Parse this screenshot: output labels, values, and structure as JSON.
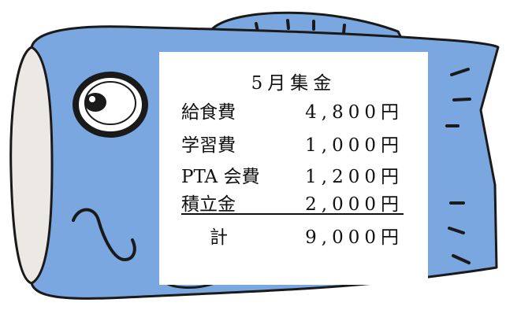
{
  "notice": {
    "title": "5月集金",
    "items": [
      {
        "label": "給食費",
        "amount": "4,800円"
      },
      {
        "label": "学習費",
        "amount": "1,000円"
      },
      {
        "label": "PTA 会費",
        "amount": "1,200円"
      },
      {
        "label": "積立金",
        "amount": "2,000円"
      }
    ],
    "total": {
      "label": "計",
      "amount": "9,000円"
    }
  },
  "colors": {
    "body": "#7aa7e0",
    "outline": "#1a1a1a",
    "mouth": "#ece8e3",
    "card": "#ffffff"
  },
  "icons": [
    "fish-eye-icon",
    "fish-fin-icon",
    "fish-tail-icon"
  ]
}
